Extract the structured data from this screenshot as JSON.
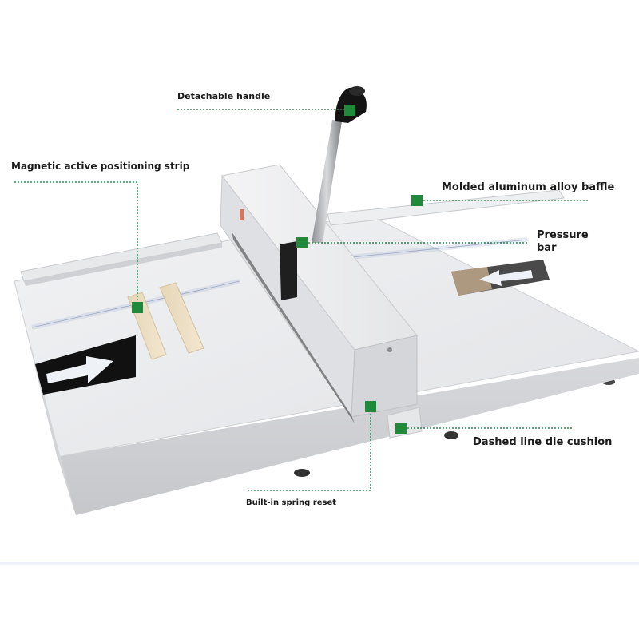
{
  "labels": {
    "detachable_handle": "Detachable handle",
    "magnetic_strip": "Magnetic active positioning strip",
    "aluminum_baffle": "Molded aluminum alloy baffle",
    "pressure_bar": "Pressure bar",
    "die_cushion": "Dashed line die cushion",
    "spring_reset": "Built-in spring reset"
  },
  "colors": {
    "marker": "#1f8a3a",
    "leader": "#2e8b57",
    "machine_body": "#e9eaec",
    "arrow_panel": "#111111"
  }
}
